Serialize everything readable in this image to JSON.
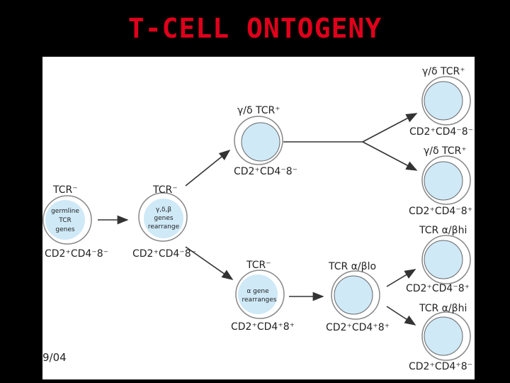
{
  "title": "T-CELL ONTOGENY",
  "footer_date": "9/04",
  "diagram": {
    "colors": {
      "background": "#000000",
      "panel": "#ffffff",
      "title": "#e0001b",
      "cell_fill": "#cfe9f7",
      "ring": "#888888"
    },
    "stage1": {
      "top": "TCR⁻",
      "inner": [
        "germline",
        "TCR",
        "genes"
      ],
      "bottom": "CD2⁺CD4⁻8⁻"
    },
    "stage2": {
      "top": "TCR⁻",
      "inner": [
        "γ,δ,β",
        "genes",
        "rearrange"
      ],
      "bottom": "CD2⁺CD4⁻8⁻"
    },
    "gd_cell": {
      "top": "γ/δ TCR⁺",
      "bottom": "CD2⁺CD4⁻8⁻"
    },
    "alpha_cell": {
      "top": "TCR⁻",
      "inner": [
        "α gene",
        "rearranges"
      ],
      "bottom": "CD2⁺CD4⁺8⁺"
    },
    "dp_cell": {
      "top": "TCR α/βlo",
      "bottom": "CD2⁺CD4⁺8⁺"
    },
    "final_gd1": {
      "top": "γ/δ TCR⁺",
      "bottom": "CD2⁺CD4⁻8⁻"
    },
    "final_gd2": {
      "top": "γ/δ TCR⁺",
      "bottom": "CD2⁺CD4⁻8⁺"
    },
    "final_ab1": {
      "top": "TCR α/βhi",
      "bottom": "CD2⁺CD4⁻8⁺"
    },
    "final_ab2": {
      "top": "TCR α/βhi",
      "bottom": "CD2⁺CD4⁺8⁻"
    }
  }
}
